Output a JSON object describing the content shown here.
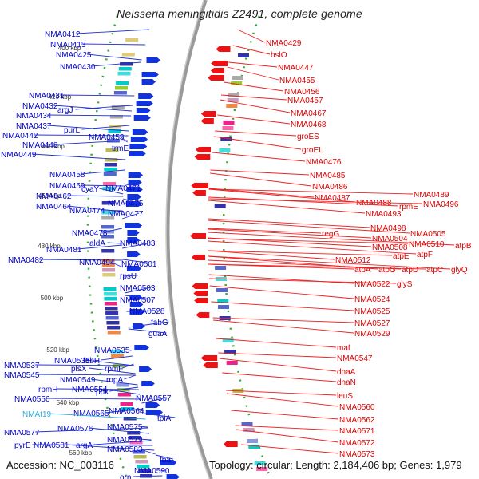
{
  "title": "Neisseria meningitidis Z2491, complete genome",
  "footer": {
    "accession": "Accession: NC_003116",
    "stats": "Topology: circular; Length: 2,184,406 bp; Genes: 1,979"
  },
  "colors": {
    "left_labels": "#0000cc",
    "right_labels": "#dd0000",
    "rna_label": "#33aadd",
    "backbone": "#888888",
    "ticks": "#33aa33"
  },
  "scale_labels": [
    "400 kbp",
    "420 kbp",
    "440 kbp",
    "460 kbp",
    "480 kbp",
    "500 kbp",
    "520 kbp",
    "540 kbp",
    "560 kbp"
  ],
  "left_labels": [
    "NMA0412",
    "NMA0413",
    "NMA0425",
    "NMA0430",
    "NMA0431",
    "NMA0432",
    "argJ",
    "NMA0434",
    "NMA0437",
    "purL",
    "NMA0442",
    "NMA0453",
    "NMA0448",
    "trmE",
    "NMA0449",
    "NMA0458",
    "NMA0459",
    "cyaY",
    "NMA0471",
    "NMA0462",
    "NMA0464",
    "NMA0475",
    "NMA0474",
    "NMA0477",
    "NMA0478",
    "aldA",
    "NMA0483",
    "NMA0481",
    "NMA0482",
    "NMA0494",
    "NMA0501",
    "rpsU",
    "NMA0503",
    "NMA0507",
    "NMA0528",
    "fabG",
    "guaA",
    "NMA0535",
    "NMA0536",
    "fabH",
    "NMA0537",
    "plsX",
    "rpmF",
    "NMA0545",
    "NMA0549",
    "rnpA",
    "rpmH",
    "NMA0554",
    "ppk",
    "NMA0556",
    "NMA0557",
    "NMA0565",
    "NMA0564",
    "NMAt19",
    "tpiA",
    "NMA0575",
    "NMA0576",
    "NMA0577",
    "NMA0579",
    "NMA0581",
    "argA",
    "pyrE",
    "NMA0583",
    "fba",
    "NMA0590",
    "orn"
  ],
  "right_labels": [
    "NMA0429",
    "hslO",
    "NMA0447",
    "NMA0455",
    "NMA0456",
    "NMA0457",
    "NMA0467",
    "NMA0468",
    "groES",
    "groEL",
    "NMA0476",
    "NMA0485",
    "NMA0486",
    "NMA0487",
    "NMA0489",
    "NMA0488",
    "rpmE",
    "NMA0496",
    "NMA0493",
    "NMA0498",
    "regG",
    "NMA0505",
    "NMA0504",
    "NMA0510",
    "atpB",
    "NMA0508",
    "atpE",
    "atpF",
    "NMA0512",
    "atpA",
    "atpG",
    "atpD",
    "atpC",
    "glyQ",
    "NMA0522",
    "glyS",
    "NMA0524",
    "NMA0525",
    "NMA0527",
    "NMA0529",
    "maf",
    "NMA0547",
    "dnaA",
    "dnaN",
    "leuS",
    "NMA0560",
    "NMA0562",
    "NMA0571",
    "NMA0572",
    "NMA0573"
  ]
}
